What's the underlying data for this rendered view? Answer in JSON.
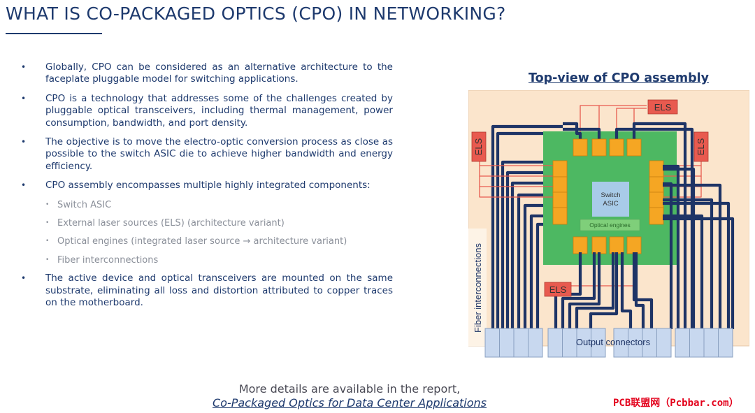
{
  "slide": {
    "title": "WHAT IS CO-PACKAGED OPTICS (CPO) IN NETWORKING?",
    "bullets": [
      "Globally, CPO can be considered as an alternative architecture to the faceplate pluggable model for switching applications.",
      "CPO is a technology that addresses some of the challenges created by pluggable optical transceivers, including thermal management, power consumption, bandwidth, and port density.",
      "The objective is to move the electro-optic conversion process as close as possible to the switch ASIC die to achieve higher bandwidth and energy efficiency.",
      "CPO assembly encompasses multiple highly integrated components:",
      "The active device and optical transceivers are mounted on the same substrate, eliminating all loss and distortion attributed to copper traces on the motherboard."
    ],
    "sub_bullets": [
      "Switch ASIC",
      "External laser sources (ELS) (architecture variant)",
      "Optical engines (integrated laser source → architecture variant)",
      "Fiber interconnections"
    ]
  },
  "diagram": {
    "title": "Top-view of CPO assembly",
    "els_label": "ELS",
    "asic_label_line1": "Switch",
    "asic_label_line2": "ASIC",
    "optical_engines_label": "Optical engines",
    "fiber_label": "Fiber interconnections",
    "output_label": "Output connectors",
    "colors": {
      "background": "#fbe5cc",
      "substrate": "#4db862",
      "asic": "#a8cbe8",
      "engine": "#f5a623",
      "els": "#e85a4f",
      "fiber": "#1e3466",
      "connector": "#c8d8ef",
      "laser_line": "#e85a4f"
    }
  },
  "footer": {
    "line1": "More details are available in the report,",
    "line2": "Co-Packaged Optics for Data Center Applications"
  },
  "watermark": "PCB联盟网（Pcbbar.com）"
}
